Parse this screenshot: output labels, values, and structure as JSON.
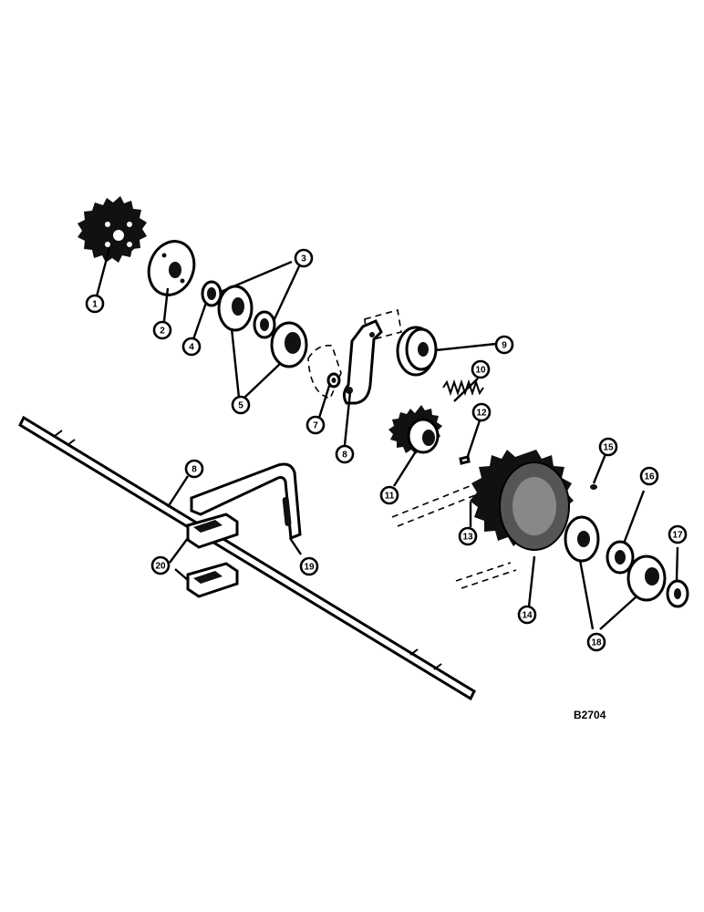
{
  "figure": {
    "drawing_code": "B2704",
    "callouts": [
      "1",
      "2",
      "3",
      "4",
      "5",
      "7",
      "8",
      "9",
      "10",
      "12",
      "11",
      "8",
      "13",
      "15",
      "16",
      "14",
      "17",
      "18",
      "19",
      "20"
    ]
  }
}
